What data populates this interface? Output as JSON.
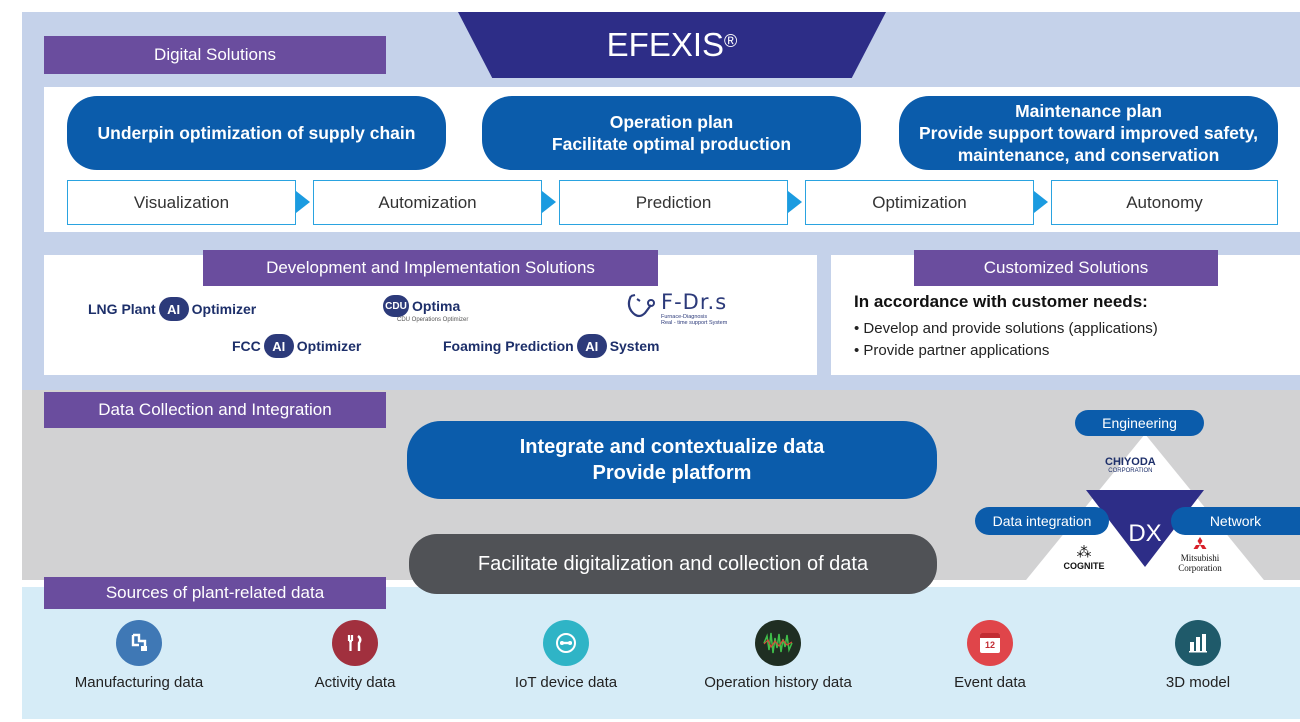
{
  "title": {
    "text": "EFEXIS",
    "reg": "®"
  },
  "digital": {
    "label": "Digital Solutions",
    "pills": [
      {
        "lines": [
          "Underpin optimization of supply chain"
        ]
      },
      {
        "lines": [
          "Operation plan",
          "Facilitate optimal production"
        ]
      },
      {
        "lines": [
          "Maintenance plan",
          "Provide support toward improved safety,",
          "maintenance, and conservation"
        ]
      }
    ],
    "steps": [
      "Visualization",
      "Automization",
      "Prediction",
      "Optimization",
      "Autonomy"
    ]
  },
  "development": {
    "label": "Development and Implementation Solutions",
    "logos": {
      "lng": {
        "prefix": "LNG Plant",
        "ai": "AI",
        "suffix": "Optimizer"
      },
      "cdu": {
        "badge": "CDU",
        "name": "Optima",
        "sub": "CDU Operations Optimizer"
      },
      "fdrs": {
        "name": "F-Dr.s",
        "sub1": "Furnace-Diagnosis",
        "sub2": "Real - time support System"
      },
      "fcc": {
        "prefix": "FCC",
        "ai": "AI",
        "suffix": "Optimizer"
      },
      "foam": {
        "prefix": "Foaming Prediction",
        "ai": "AI",
        "suffix": "System"
      }
    }
  },
  "customized": {
    "label": "Customized Solutions",
    "heading": "In accordance with customer needs:",
    "bullets": [
      "• Develop and provide solutions (applications)",
      "• Provide partner applications"
    ]
  },
  "data_collection": {
    "label": "Data Collection and Integration",
    "integrate_lines": [
      "Integrate and contextualize data",
      "Provide platform"
    ],
    "facilitate": "Facilitate digitalization and collection of data"
  },
  "triangle": {
    "center": "DX",
    "engineering": "Engineering",
    "data_integration": "Data integration",
    "network": "Network",
    "chiyoda": {
      "line1": "CHIYODA",
      "line2": "CORPORATION"
    },
    "cognite": "COGNITE",
    "mitsubishi": {
      "line1": "Mitsubishi",
      "line2": "Corporation"
    }
  },
  "sources": {
    "label": "Sources of plant-related data",
    "items": [
      {
        "label": "Manufacturing data",
        "icon": "flowchart-icon",
        "color": "#3f78b5"
      },
      {
        "label": "Activity data",
        "icon": "tools-icon",
        "color": "#a1303e"
      },
      {
        "label": "IoT device data",
        "icon": "link-icon",
        "color": "#2fb4c6"
      },
      {
        "label": "Operation history data",
        "icon": "waveform-icon",
        "color": "#1f2e22"
      },
      {
        "label": "Event data",
        "icon": "calendar-icon",
        "color": "#e0454a"
      },
      {
        "label": "3D model",
        "icon": "bar-chart-icon",
        "color": "#1f5a6a"
      }
    ],
    "calendar_num": "12"
  },
  "colors": {
    "purple": "#6a4d9e",
    "navy": "#2d2d87",
    "blue": "#0b5cab",
    "cyan": "#1b9be0",
    "grey_pill": "#505256"
  }
}
